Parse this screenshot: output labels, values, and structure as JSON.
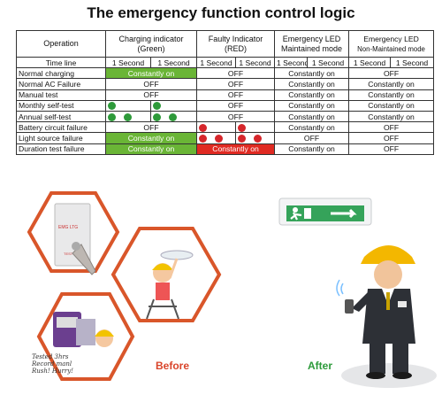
{
  "title": "The emergency function control logic",
  "headers": {
    "operation": "Operation",
    "charging": [
      "Charging indicator",
      "(Green)"
    ],
    "faulty": [
      "Faulty Indicator",
      "(RED)"
    ],
    "maintained": [
      "Emergency LED",
      "Maintained mode"
    ],
    "nonmaintained": [
      "Emergency LED",
      "Non-Maintained mode"
    ],
    "timeline": "Time line",
    "second": "1 Second"
  },
  "rows": [
    {
      "name": "Normal charging",
      "charging": "Constantly on",
      "faulty": "OFF",
      "maintained": "Constantly on",
      "nonmaintained": "OFF"
    },
    {
      "name": "Normal AC Failure",
      "charging": "OFF",
      "faulty": "OFF",
      "maintained": "Constantly on",
      "nonmaintained": "Constantly on"
    },
    {
      "name": "Manual test",
      "charging": "OFF",
      "faulty": "OFF",
      "maintained": "Constantly on",
      "nonmaintained": "Constantly on"
    },
    {
      "name": "Monthly self-test",
      "charging": "flashing slow green",
      "faulty": "OFF",
      "maintained": "Constantly on",
      "nonmaintained": "Constantly on"
    },
    {
      "name": "Annual self-test",
      "charging": "flashing fast green",
      "faulty": "OFF",
      "maintained": "Constantly on",
      "nonmaintained": "Constantly on"
    },
    {
      "name": "Battery circuit failure",
      "charging": "OFF",
      "faulty": "flashing slow red",
      "maintained": "Constantly on",
      "nonmaintained": "OFF"
    },
    {
      "name": "Light source failure",
      "charging": "Constantly on",
      "faulty": "flashing fast red",
      "maintained": "OFF",
      "nonmaintained": "OFF"
    },
    {
      "name": "Duration test failure",
      "charging": "Constantly on",
      "faulty": "Constantly on",
      "maintained": "Constantly on",
      "nonmaintained": "OFF"
    }
  ],
  "cells": {
    "r0": {
      "charging": "Constantly on",
      "faulty": "OFF",
      "maintained": "Constantly on",
      "nonmaintained": "OFF"
    },
    "r1": {
      "charging": "OFF",
      "faulty": "OFF",
      "maintained": "Constantly on",
      "nonmaintained": "Constantly on"
    },
    "r2": {
      "charging": "OFF",
      "faulty": "OFF",
      "maintained": "Constantly on",
      "nonmaintained": "Constantly on"
    },
    "r3": {
      "faulty": "OFF",
      "maintained": "Constantly on",
      "nonmaintained": "Constantly on"
    },
    "r4": {
      "faulty": "OFF",
      "maintained": "Constantly on",
      "nonmaintained": "Constantly on"
    },
    "r5": {
      "charging": "OFF",
      "maintained": "Constantly on",
      "nonmaintained": "OFF"
    },
    "r6": {
      "charging": "Constantly on",
      "maintained": "OFF",
      "nonmaintained": "OFF"
    },
    "r7": {
      "charging": "Constantly on",
      "faulty": "Constantly on",
      "maintained": "Constantly on",
      "nonmaintained": "OFF"
    }
  },
  "colors": {
    "green": "#6ab536",
    "red": "#e02a22",
    "dot_green": "#2e9a3a",
    "dot_red": "#d6262b",
    "hex_orange": "#d9562a"
  },
  "illustrations": {
    "panel_sign_text": "EMG LTG",
    "panel_sign_text2": "TEST",
    "handwriting": [
      "Tested 3hrs",
      "Record manl",
      "Rush! Hurry!"
    ],
    "before_label": "Before",
    "after_label": "After"
  }
}
